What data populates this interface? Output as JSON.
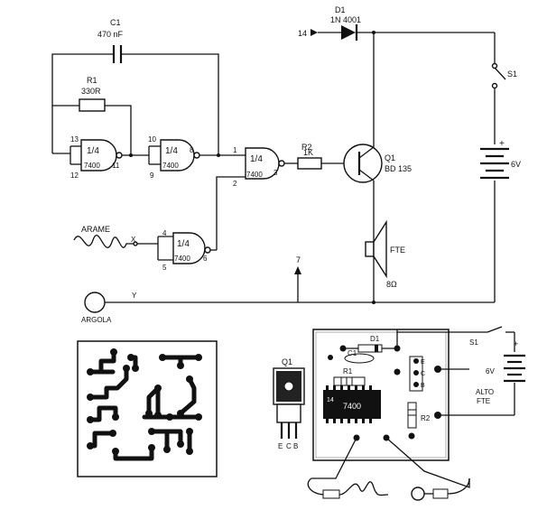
{
  "components": {
    "c1_name": "C1",
    "c1_value": "470 nF",
    "r1_name": "R1",
    "r1_value": "330R",
    "r2_name": "R2",
    "r2_value": "1K",
    "d1_name": "D1",
    "d1_value": "1N 4001",
    "q1_name": "Q1",
    "q1_value": "BD 135",
    "s1_name": "S1",
    "battery_value": "6V",
    "battery_plus": "+",
    "speaker_name": "FTE",
    "speaker_value": "8Ω"
  },
  "gates": {
    "chip": "7400",
    "fraction": "1/4",
    "g1_pins": [
      "13",
      "12",
      "11"
    ],
    "g2_pins": [
      "10",
      "9",
      "8"
    ],
    "g3_pins": [
      "1",
      "2",
      "3"
    ],
    "g4_pins": [
      "4",
      "5",
      "6"
    ]
  },
  "labels": {
    "pin14": "14",
    "pin7": "7",
    "arame": "ARAME",
    "node_x": "X",
    "node_y": "Y",
    "argola": "ARGOLA"
  },
  "layout_drawing": {
    "q1_name": "Q1",
    "q1_pins": [
      "E",
      "C",
      "B"
    ],
    "c1": "C1",
    "d1": "D1",
    "r1": "R1",
    "r2": "R2",
    "ic": "7400",
    "ic_pin": "14",
    "ecb": [
      "E",
      "C",
      "B"
    ],
    "s1": "S1",
    "battery": "6V",
    "battery_plus": "+",
    "alto": "ALTO",
    "fte": "FTE"
  }
}
